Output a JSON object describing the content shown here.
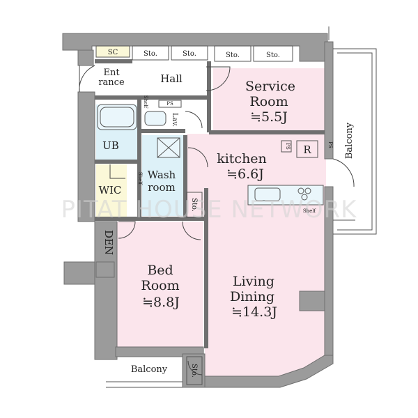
{
  "plan": {
    "rooms": {
      "service_room": {
        "name_line1": "Service",
        "name_line2": "Room",
        "size": "≒5.5J"
      },
      "kitchen": {
        "name": "kitchen",
        "size": "≒6.6J"
      },
      "living": {
        "name_line1": "Living",
        "name_line2": "Dining",
        "size": "≒14.3J"
      },
      "bedroom": {
        "name_line1": "Bed",
        "name_line2": "Room",
        "size": "≒8.8J"
      },
      "hall": {
        "name": "Hall"
      },
      "entrance": {
        "name_line1": "Ent",
        "name_line2": "rance"
      },
      "unit_bath": {
        "name": "UB"
      },
      "wash_room": {
        "name_line1": "Wash",
        "name_line2": "room"
      },
      "wic": {
        "name": "WIC"
      },
      "den": {
        "name": "DEN"
      },
      "balcony_bottom": {
        "name": "Balcony"
      },
      "balcony_right": {
        "name": "Balcony"
      }
    },
    "fixtures": {
      "sc": "SC",
      "sto": "Sto.",
      "ps": "PS",
      "lav": "Lav.",
      "shelf": "Shelf",
      "r": "R"
    },
    "watermark": "PITAT HOUSE NETWORK",
    "colors": {
      "pink": "#fbe5ec",
      "blue": "#ddf1f8",
      "yellow": "#fbf8d8",
      "wall": "#9b9b9b"
    }
  }
}
